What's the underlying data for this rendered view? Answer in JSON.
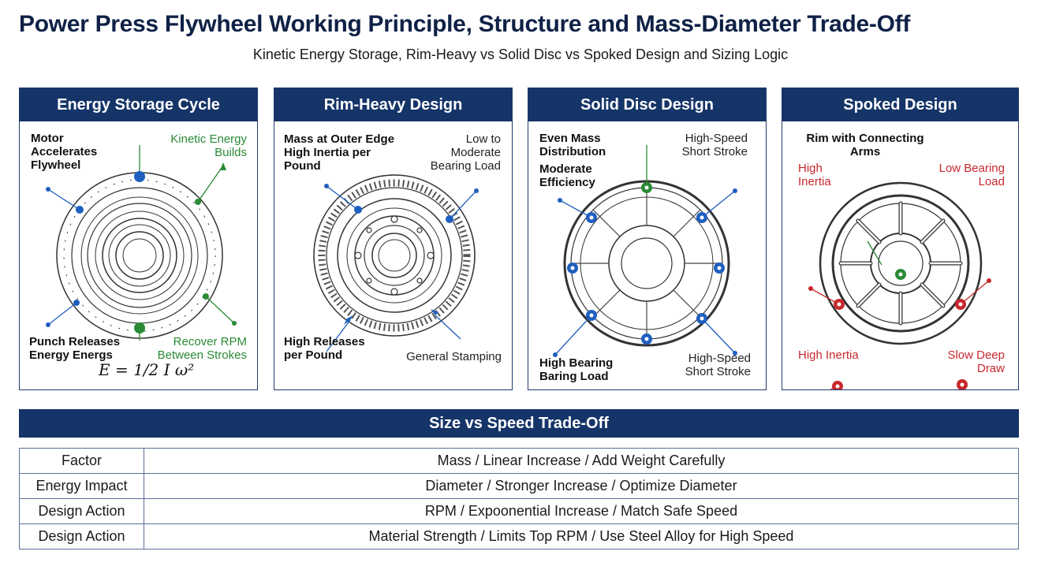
{
  "title": "Power Press Flywheel Working Principle, Structure and Mass-Diameter Trade-Off",
  "subtitle": "Kinetic Energy Storage, Rim-Heavy vs Solid Disc vs Spoked Design and Sizing Logic",
  "colors": {
    "navy": "#153468",
    "green": "#2a8a35",
    "blue": "#1f5fbf",
    "red": "#c8282d"
  },
  "panels": [
    {
      "heading": "Energy Storage Cycle",
      "labels": {
        "motor": "Motor Accelerates Flywheel",
        "kinetic": "Kinetic Energy Builds",
        "punch": "Punch Releases Energy Energs",
        "recover": "Recover RPM Between Strokes"
      },
      "formula": "E = 1/2 I ω²"
    },
    {
      "heading": "Rim-Heavy Design",
      "labels": {
        "mass": "Mass at Outer Edge High Inertia per Pound",
        "bearing": "Low to Moderate Bearing Load",
        "releases": "High Releases per Pound",
        "stamping": "General Stamping"
      }
    },
    {
      "heading": "Solid Disc Design",
      "labels": {
        "even": "Even Mass Distribution",
        "efficiency": "Moderate Efficiency",
        "speed_top": "High-Speed Short Stroke",
        "bearing": "High Bearing Baring Load",
        "speed_bottom": "High-Speed Short Stroke"
      }
    },
    {
      "heading": "Spoked Design",
      "labels": {
        "rim": "Rim with Connecting Arms",
        "inertia_top": "High Inertia",
        "low_bearing": "Low Bearing Load",
        "inertia_bottom": "High Inertia",
        "slow_draw": "Slow Deep Draw"
      }
    }
  ],
  "tradeoff": {
    "heading": "Size vs Speed Trade-Off",
    "rows": [
      {
        "factor": "Factor",
        "detail": "Mass / Linear Increase / Add Weight Carefully"
      },
      {
        "factor": "Energy Impact",
        "detail": "Diameter / Stronger Increase / Optimize Diameter"
      },
      {
        "factor": "Design Action",
        "detail": "RPM / Expoonential Increase / Match Safe Speed"
      },
      {
        "factor": "Design Action",
        "detail": "Material Strength / Limits Top RPM / Use Steel Alloy for High Speed"
      }
    ]
  }
}
